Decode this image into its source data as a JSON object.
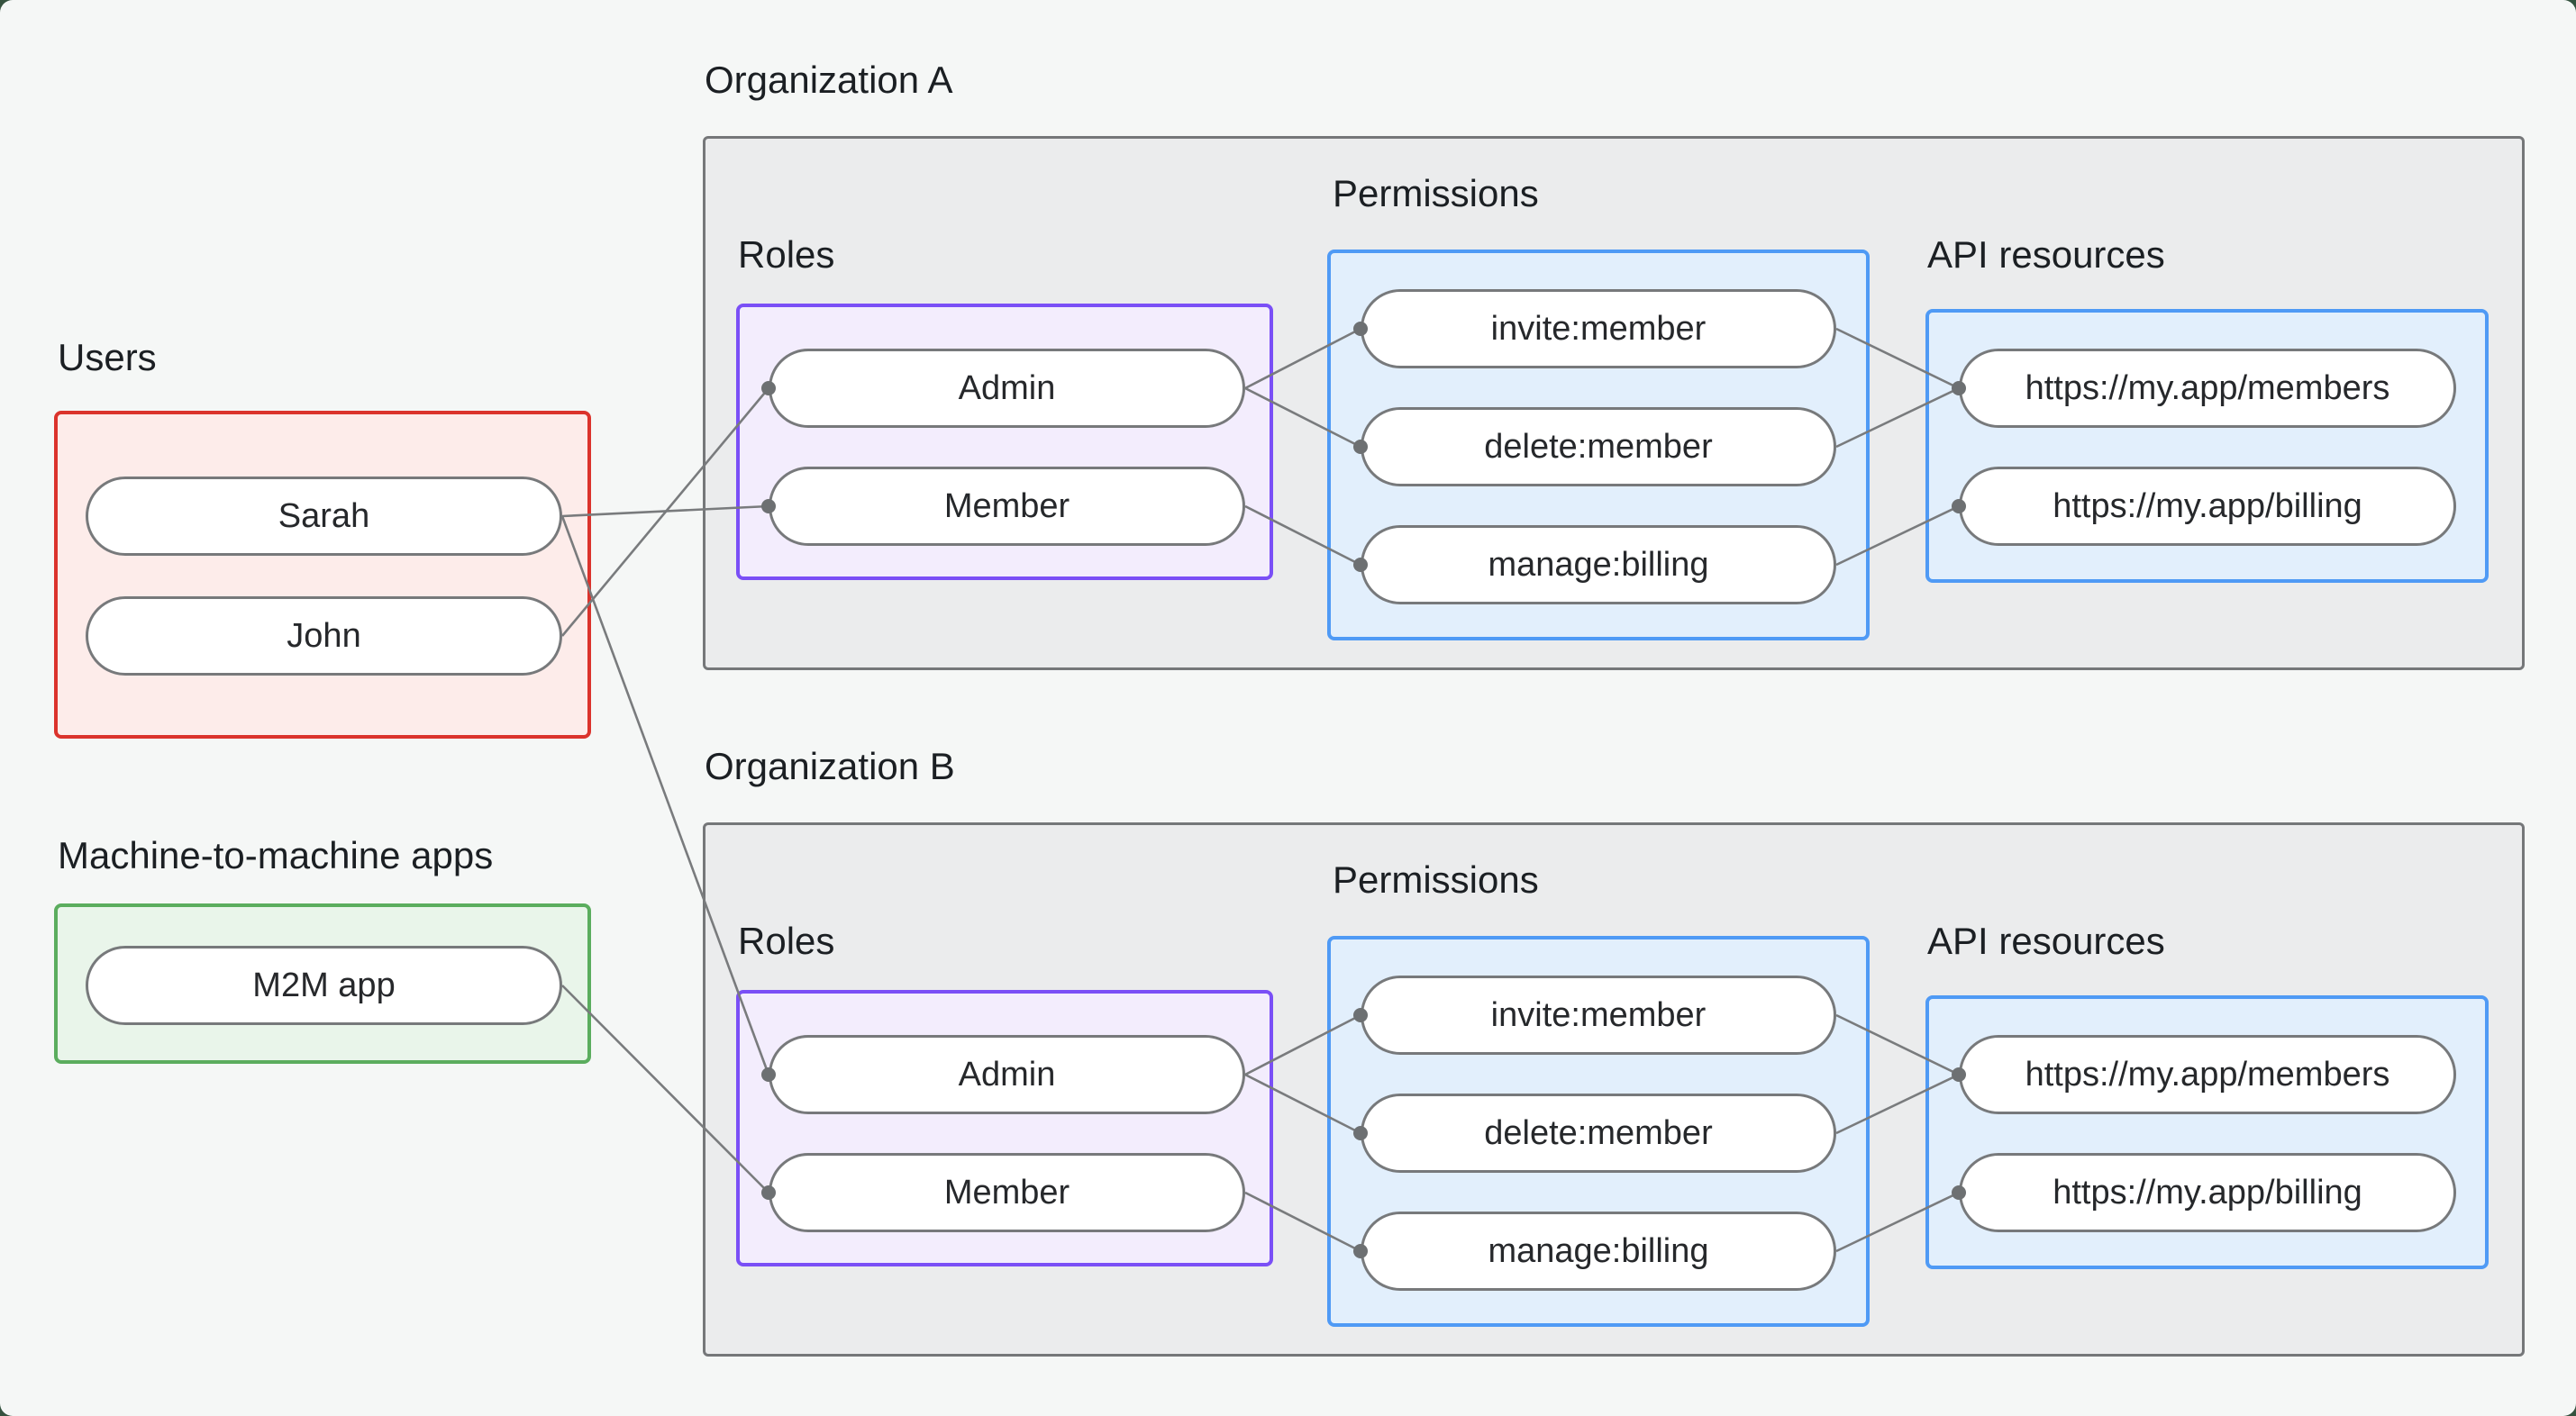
{
  "palette": {
    "page_bg": "#f5f7f6",
    "backdrop": "#35523f",
    "org_box_fill": "#ebeced",
    "org_box_border": "#757779",
    "users_fill": "#fdecea",
    "users_border": "#db332c",
    "m2m_fill": "#e9f5ea",
    "m2m_border": "#5bad5e",
    "roles_fill": "#f3edfd",
    "roles_border": "#7a4ff6",
    "permissions_fill": "#e2effc",
    "permissions_border": "#4f9af5",
    "node_fill": "#ffffff",
    "node_border": "#77797b",
    "edge_color": "#797b7d",
    "dot_color": "#6d7072",
    "text_color": "#1b1f23"
  },
  "users_group": {
    "label": "Users",
    "items": [
      "Sarah",
      "John"
    ]
  },
  "m2m_group": {
    "label": "Machine-to-machine apps",
    "items": [
      "M2M app"
    ]
  },
  "org_a": {
    "label": "Organization A",
    "roles": {
      "label": "Roles",
      "items": [
        "Admin",
        "Member"
      ]
    },
    "permissions": {
      "label": "Permissions",
      "items": [
        "invite:member",
        "delete:member",
        "manage:billing"
      ]
    },
    "api_resources": {
      "label": "API resources",
      "items": [
        "https://my.app/members",
        "https://my.app/billing"
      ]
    }
  },
  "org_b": {
    "label": "Organization B",
    "roles": {
      "label": "Roles",
      "items": [
        "Admin",
        "Member"
      ]
    },
    "permissions": {
      "label": "Permissions",
      "items": [
        "invite:member",
        "delete:member",
        "manage:billing"
      ]
    },
    "api_resources": {
      "label": "API resources",
      "items": [
        "https://my.app/members",
        "https://my.app/billing"
      ]
    }
  },
  "edges": [
    {
      "from": "Sarah",
      "to": "Organization A / Member"
    },
    {
      "from": "John",
      "to": "Organization A / Admin"
    },
    {
      "from": "Sarah",
      "to": "Organization B / Admin"
    },
    {
      "from": "M2M app",
      "to": "Organization B / Member"
    },
    {
      "from": "Organization A / Admin",
      "to": "Organization A / invite:member"
    },
    {
      "from": "Organization A / Admin",
      "to": "Organization A / delete:member"
    },
    {
      "from": "Organization A / Member",
      "to": "Organization A / manage:billing"
    },
    {
      "from": "Organization A / invite:member",
      "to": "Organization A / https://my.app/members"
    },
    {
      "from": "Organization A / delete:member",
      "to": "Organization A / https://my.app/members"
    },
    {
      "from": "Organization A / manage:billing",
      "to": "Organization A / https://my.app/billing"
    },
    {
      "from": "Organization B / Admin",
      "to": "Organization B / invite:member"
    },
    {
      "from": "Organization B / Admin",
      "to": "Organization B / delete:member"
    },
    {
      "from": "Organization B / Member",
      "to": "Organization B / manage:billing"
    },
    {
      "from": "Organization B / invite:member",
      "to": "Organization B / https://my.app/members"
    },
    {
      "from": "Organization B / delete:member",
      "to": "Organization B / https://my.app/members"
    },
    {
      "from": "Organization B / manage:billing",
      "to": "Organization B / https://my.app/billing"
    }
  ]
}
